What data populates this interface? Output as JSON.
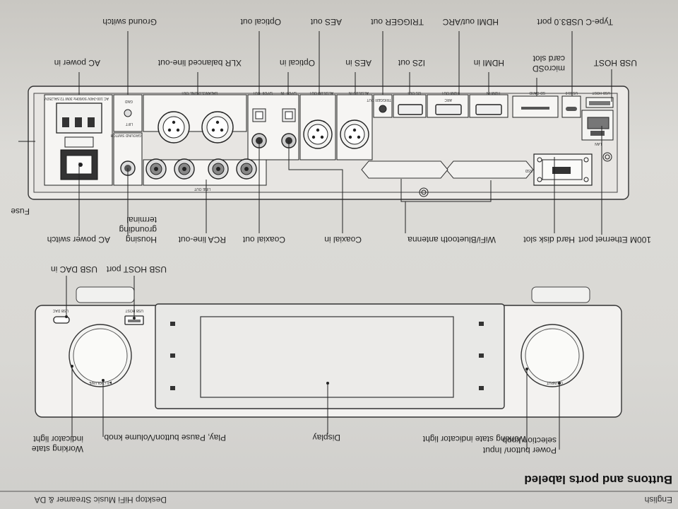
{
  "header": {
    "left": "English",
    "right": "Desktop HiFi Music Streamer & DA"
  },
  "section_title": "Buttons and ports labeled",
  "front_panel": {
    "callouts": {
      "power_knob": "Power button/ Input selection knob",
      "working_light_right": "Working state indicator light",
      "display": "Display",
      "volume_knob": "Play, Pause button/Volume knob",
      "working_light_left": "Working state indicator light",
      "usb_host": "USB HOST port",
      "usb_dac": "USB DAC in"
    },
    "printed": {
      "usb_host": "USB HOST",
      "usb_dac": "USB DAC",
      "knob_left": "⏻ / INPUT",
      "knob_right": "▶II / VOLUME"
    }
  },
  "rear_panel": {
    "bottom_callouts": {
      "ethernet": "100M Ethernet port",
      "hdd": "Hard disk slot",
      "antenna": "WiFi/Bluetooth antenna",
      "coaxial_in": "Coaxial in",
      "coaxial_out": "Coaxial out",
      "rca": "RCA line-out",
      "housing": "Housing grounding terminal",
      "ac_switch": "AC power switch",
      "fuse": "Fuse"
    },
    "top_callouts": {
      "usb_host": "USB HOST",
      "microsd": "microSD card slot",
      "hdmi_in": "HDMI in",
      "i2s": "I2S out",
      "aes_in": "AES in",
      "optical_in": "Optical in",
      "xlr": "XLR balanced line-out",
      "ac_in": "AC power in",
      "typec": "Type-C USB3.0 port",
      "hdmi_out": "HDMI out/ARC",
      "trigger": "TRIGGER out",
      "aes_out": "AES out",
      "optical_out": "Optical out",
      "ground": "Ground switch"
    },
    "printed": {
      "usb_host": "USB HOST",
      "usb3": "USB3.0",
      "sd": "SD CARD",
      "lan": "LAN",
      "hdmi_in": "HDMI IN",
      "hdmi_out": "HDMI OUT",
      "arc": "ARC",
      "i2s": "I2S OUT",
      "trigger": "TRIGGER OUT",
      "aes_in": "AES/EBU IN",
      "aes_out": "AES/EBU OUT",
      "spdif_in": "S/PDIF IN",
      "spdif_out": "S/PDIF OUT",
      "balanced": "BALANCED LINE OUT",
      "lineout": "LINE OUT",
      "ground_switch": "GROUND SWITCH",
      "gnd": "GND",
      "lift": "LIFT",
      "ac_spec": "AC 100-240V 50/60Hz 30W T2.5AL250V",
      "ssd": "SSD"
    }
  }
}
